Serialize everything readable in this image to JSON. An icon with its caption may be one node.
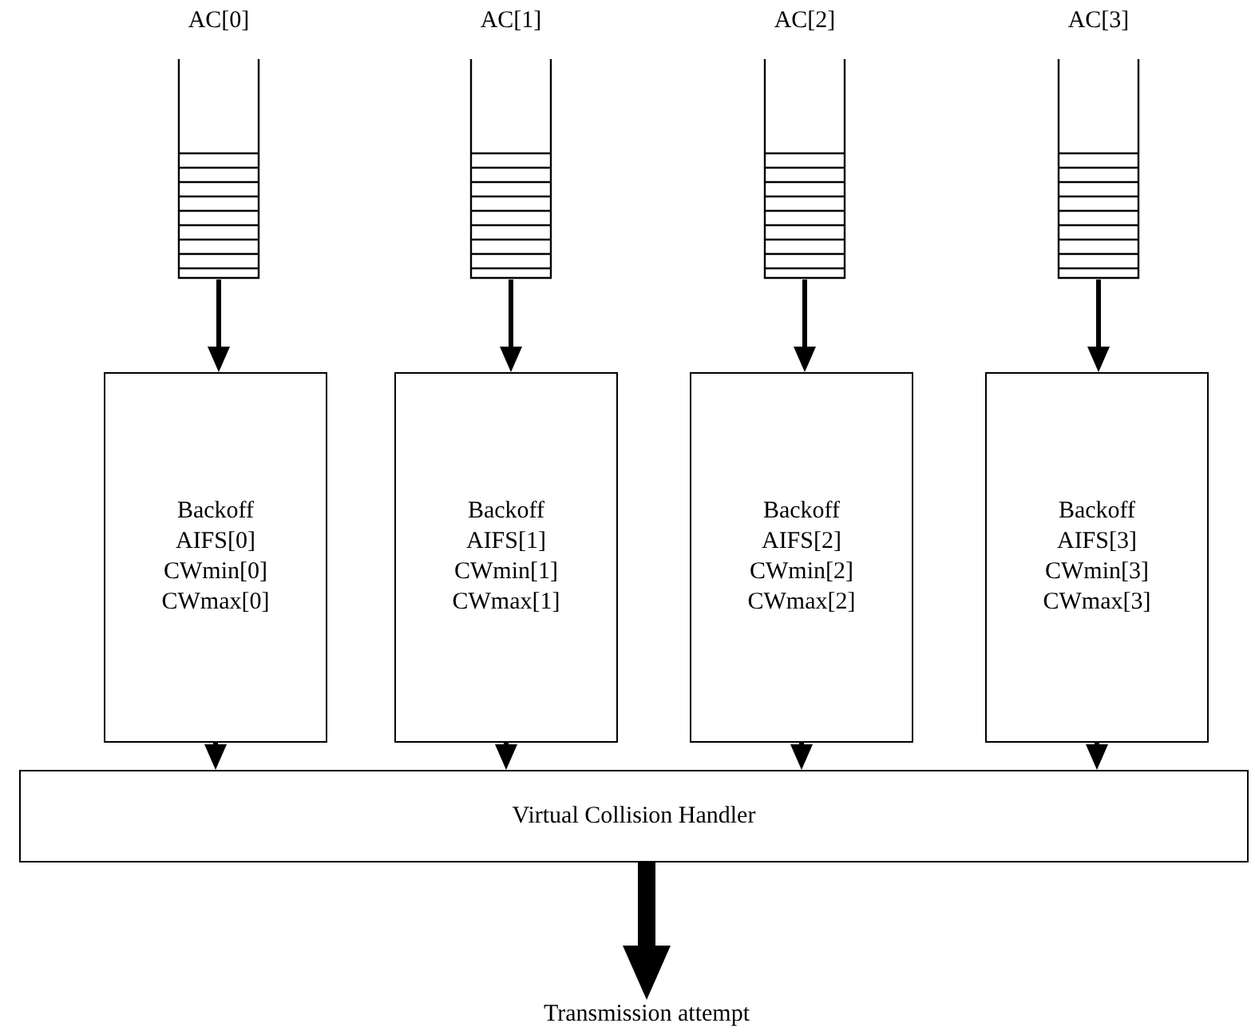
{
  "diagram": {
    "nodes": [
      {
        "text": [
          "AC[0]"
        ]
      },
      {
        "text": [
          "AC[1]"
        ]
      },
      {
        "text": [
          "AC[2]"
        ]
      },
      {
        "text": [
          "AC[3]"
        ]
      },
      {
        "text": [
          "Backoff",
          "AIFS[0]",
          "CWmin[0]",
          "CWmax[0]"
        ]
      },
      {
        "text": [
          "Backoff",
          "AIFS[1]",
          "CWmin[1]",
          "CWmax[1]"
        ]
      },
      {
        "text": [
          "Backoff",
          "AIFS[2]",
          "CWmin[2]",
          "CWmax[2]"
        ]
      },
      {
        "text": [
          "Backoff",
          "AIFS[3]",
          "CWmin[3]",
          "CWmax[3]"
        ]
      },
      {
        "text": [
          "Virtual Collision Handler"
        ]
      },
      {
        "text": [
          "Transmission attempt"
        ]
      }
    ],
    "edges": [
      {
        "from": 0,
        "to": 4,
        "arrow": "to"
      },
      {
        "from": 1,
        "to": 5,
        "arrow": "to"
      },
      {
        "from": 2,
        "to": 6,
        "arrow": "to"
      },
      {
        "from": 3,
        "to": 7,
        "arrow": "to"
      },
      {
        "from": 4,
        "to": 8,
        "arrow": "to"
      },
      {
        "from": 5,
        "to": 8,
        "arrow": "to"
      },
      {
        "from": 6,
        "to": 8,
        "arrow": "to"
      },
      {
        "from": 7,
        "to": 8,
        "arrow": "to"
      },
      {
        "from": 8,
        "to": 9,
        "arrow": "to",
        "style": "thick"
      }
    ]
  }
}
